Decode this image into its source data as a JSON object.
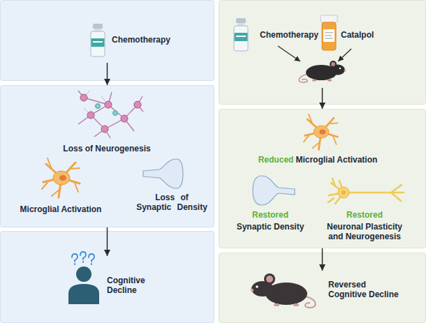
{
  "diagram": {
    "nodes": [
      {
        "text": [
          "Chemotherapy"
        ]
      },
      {
        "text": [
          "Loss of Neurogenesis",
          "Microglial Activation",
          "Loss of Synaptic Density"
        ]
      },
      {
        "text": [
          "Cognitive Decline"
        ]
      },
      {
        "text": [
          "Chemotherapy",
          "Catalpol"
        ]
      },
      {
        "text": [
          "Reduced",
          "Microglial Activation",
          "Restored",
          "Synaptic Density",
          "Restored",
          "Neuronal Plasticity and Neurogenesis"
        ]
      },
      {
        "text": [
          "Reversed Cognitive Decline"
        ]
      }
    ],
    "edges": [
      {
        "from": 0,
        "to": 1,
        "arrow": "to"
      },
      {
        "from": 1,
        "to": 2,
        "arrow": "to"
      },
      {
        "from": 3,
        "to": 4,
        "arrow": "to"
      },
      {
        "from": 4,
        "to": 5,
        "arrow": "to"
      }
    ]
  }
}
